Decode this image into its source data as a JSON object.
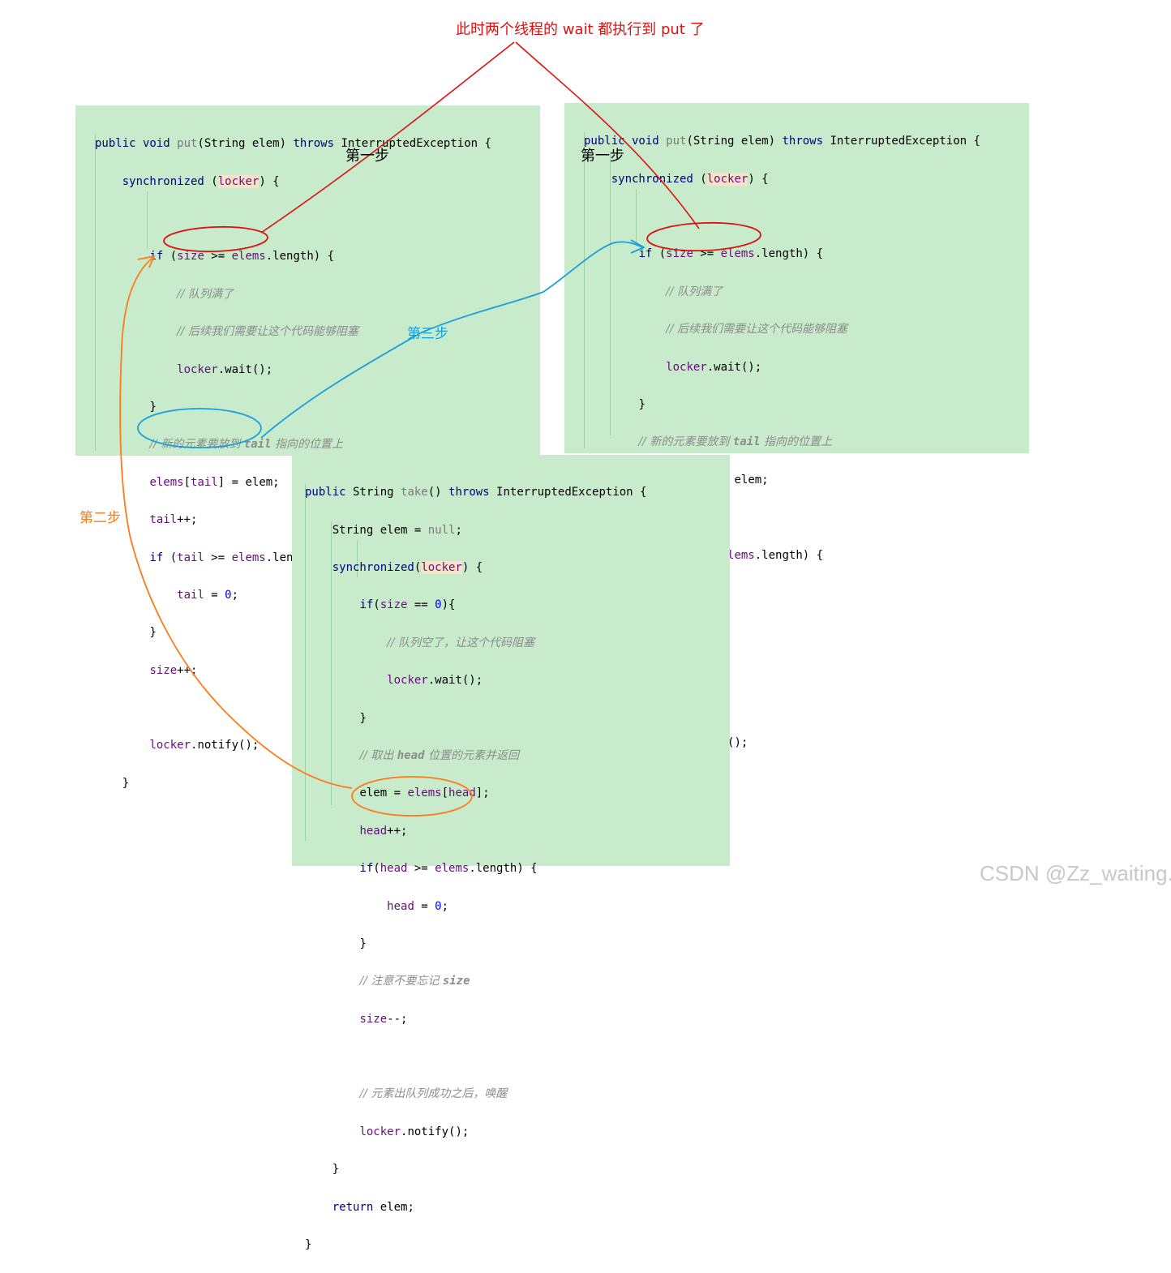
{
  "title_annotation": "此时两个线程的 wait 都执行到 put 了",
  "step_labels": {
    "step1_left": "第一步",
    "step1_right": "第一步",
    "step2": "第二步",
    "step3": "第三步"
  },
  "colors": {
    "panel_background": "#c7ebcb",
    "keyword": "#000080",
    "field": "#660e7a",
    "comment": "#8c8c8c",
    "number": "#0000ff",
    "arrow_red": "#e01010",
    "arrow_orange": "#ff7a1a",
    "arrow_blue": "#1a9ede"
  },
  "put_method": {
    "sig_mods": "public void ",
    "sig_name": "put",
    "sig_params": "(String elem) ",
    "sig_throws": "throws",
    "sig_exc": " InterruptedException {",
    "sync_kw": "synchronized",
    "sync_open": " (",
    "sync_lock": "locker",
    "sync_close": ") {",
    "if_kw": "if",
    "if_open": " (",
    "if_size": "size",
    "if_mid": " >= ",
    "if_elems": "elems",
    "if_end": ".length) {",
    "comment_full": "// 队列满了",
    "comment_block": "// 后续我们需要让这个代码能够阻塞",
    "wait_obj": "locker",
    "wait_call": ".wait();",
    "close_brace": "}",
    "comment_new_a": "// 新的元素要放到 ",
    "comment_new_b": "tail",
    "comment_new_c": " 指向的位置上",
    "assign_elems": "elems",
    "assign_open": "[",
    "assign_tail": "tail",
    "assign_rest": "] = elem;",
    "inc_tail": "tail",
    "inc_op": "++;",
    "if2_kw": "if",
    "if2_open": " (",
    "if2_tail": "tail",
    "if2_mid": " >= ",
    "if2_elems": "elems",
    "if2_end": ".length) {",
    "reset_tail": "tail",
    "reset_eq": " = ",
    "reset_zero": "0",
    "reset_semi": ";",
    "inc_size": "size",
    "inc_size_op": "++;",
    "notify_obj": "locker",
    "notify_call": ".notify();"
  },
  "take_method": {
    "sig_mods": "public",
    "sig_ret": " String ",
    "sig_name": "take",
    "sig_params": "() ",
    "sig_throws": "throws",
    "sig_exc": " InterruptedException {",
    "decl_type": "String elem = ",
    "decl_null": "null",
    "decl_semi": ";",
    "sync_kw": "synchronized",
    "sync_open": "(",
    "sync_lock": "locker",
    "sync_close": ") {",
    "if_kw": "if",
    "if_open": "(",
    "if_size": "size",
    "if_mid": " == ",
    "if_zero": "0",
    "if_close": "){",
    "comment_empty": "// 队列空了，让这个代码阻塞",
    "wait_obj": "locker",
    "wait_call": ".wait();",
    "close_brace": "}",
    "comment_take_a": "// 取出 ",
    "comment_take_b": "head",
    "comment_take_c": " 位置的元素并返回",
    "elem_assign": "elem = ",
    "elem_elems": "elems",
    "elem_open": "[",
    "elem_head": "head",
    "elem_close": "];",
    "inc_head": "head",
    "inc_head_op": "++;",
    "if2_kw": "if",
    "if2_open": "(",
    "if2_head": "head",
    "if2_mid": " >= ",
    "if2_elems": "elems",
    "if2_end": ".length) {",
    "reset_head": "head",
    "reset_eq": " = ",
    "reset_zero": "0",
    "reset_semi": ";",
    "comment_size_a": "// 注意不要忘记 ",
    "comment_size_b": "size",
    "dec_size": "size",
    "dec_op": "--;",
    "comment_wake": "// 元素出队列成功之后，唤醒",
    "notify_obj": "locker",
    "notify_call": ".notify();",
    "return_kw": "return",
    "return_rest": " elem;"
  },
  "watermark": "CSDN @Zz_waiting."
}
